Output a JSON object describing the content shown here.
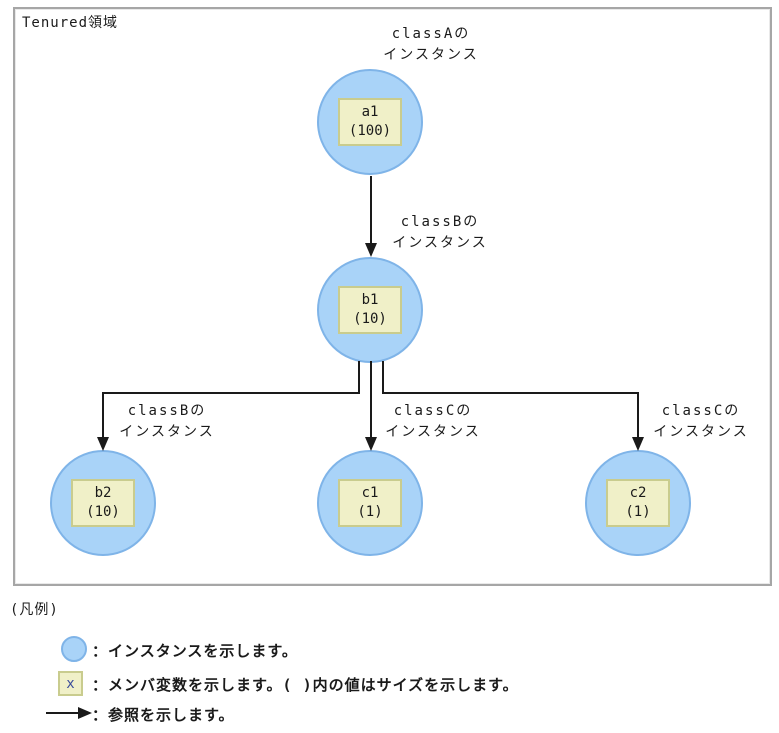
{
  "panel": {
    "title": "Tenured領域"
  },
  "nodes": [
    {
      "id": "a1",
      "name": "a1",
      "size": "(100)",
      "class_line1": "classAの",
      "class_line2": "インスタンス"
    },
    {
      "id": "b1",
      "name": "b1",
      "size": "(10)",
      "class_line1": "classBの",
      "class_line2": "インスタンス"
    },
    {
      "id": "b2",
      "name": "b2",
      "size": "(10)",
      "class_line1": "classBの",
      "class_line2": "インスタンス"
    },
    {
      "id": "c1",
      "name": "c1",
      "size": "(1)",
      "class_line1": "classCの",
      "class_line2": "インスタンス"
    },
    {
      "id": "c2",
      "name": "c2",
      "size": "(1)",
      "class_line1": "classCの",
      "class_line2": "インスタンス"
    }
  ],
  "edges": [
    {
      "from": "a1",
      "to": "b1"
    },
    {
      "from": "b1",
      "to": "b2"
    },
    {
      "from": "b1",
      "to": "c1"
    },
    {
      "from": "b1",
      "to": "c2"
    }
  ],
  "legend": {
    "title": "(凡例)",
    "items": [
      {
        "icon": "instance-circle-icon",
        "text": "：インスタンスを示します。"
      },
      {
        "icon": "member-variable-box-icon",
        "symbol": "x",
        "text": "：メンバ変数を示します。( )内の値はサイズを示します。"
      },
      {
        "icon": "reference-arrow-icon",
        "text": "：参照を示します。"
      }
    ]
  },
  "colors": {
    "instance_fill": "#a9d3f8",
    "instance_stroke": "#7fb4e8",
    "member_fill": "#f0f0c8",
    "member_stroke": "#c9cc8e",
    "arrow": "#1a1a1a",
    "panel_border": "#a6a6a6",
    "legend_x_text": "#3a4c9b"
  }
}
